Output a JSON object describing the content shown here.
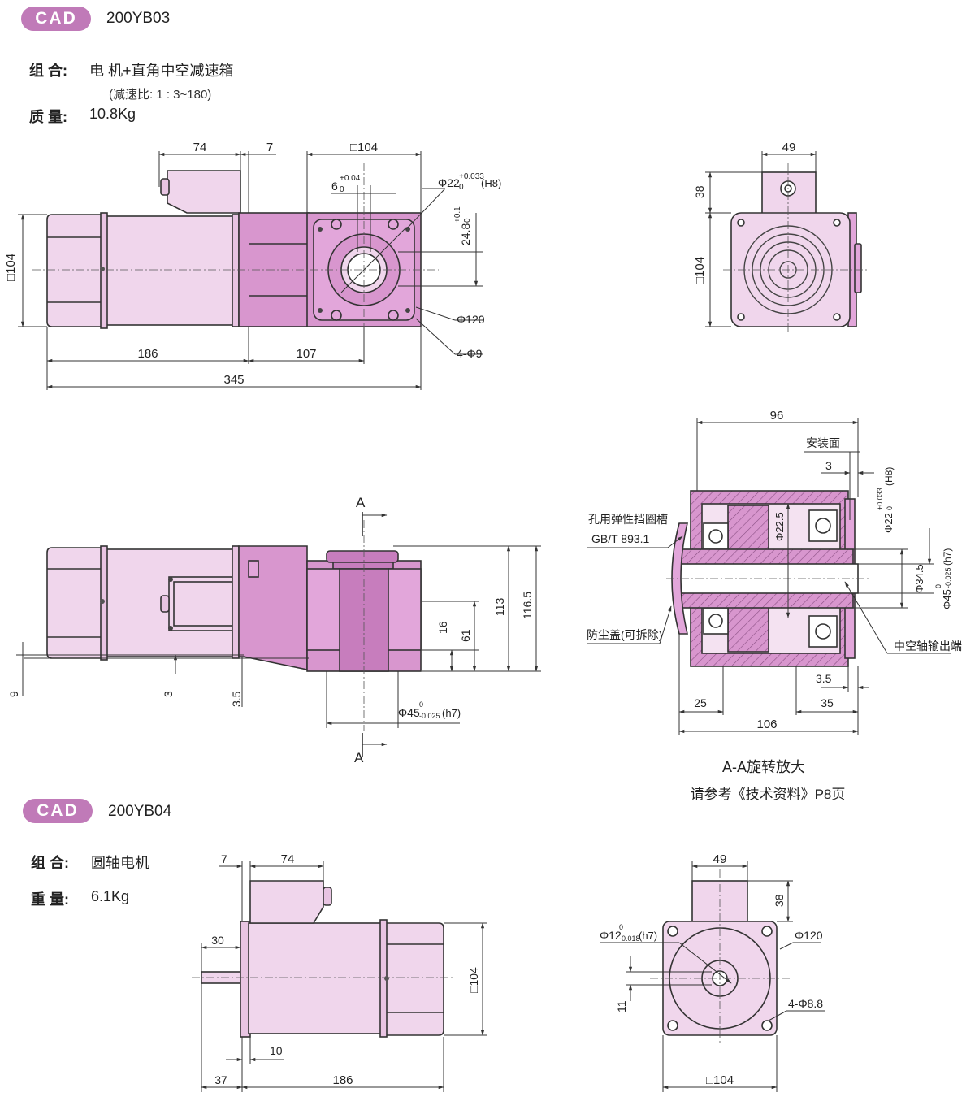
{
  "section1": {
    "badge": "CAD",
    "model": "200YB03",
    "combo_label": "组 合:",
    "combo_value": "电 机+直角中空减速箱",
    "ratio_note": "(减速比: 1 : 3~180)",
    "mass_label": "质 量:",
    "mass_value": "10.8Kg"
  },
  "section2": {
    "badge": "CAD",
    "model": "200YB04",
    "combo_label": "组 合:",
    "combo_value": "圆轴电机",
    "weight_label": "重 量:",
    "weight_value": "6.1Kg"
  },
  "dims_side1": {
    "d74": "74",
    "d7": "7",
    "sq104_top": "□104",
    "sq104_left": "□104",
    "key": "6",
    "key_tol": "+0.04",
    "key_tol2": "0",
    "bore": "Φ22",
    "bore_tol": "+0.033",
    "bore_tol2": "0",
    "bore_fit": "(H8)",
    "h248": "24.8",
    "h248_tol": "+0.1",
    "h248_tol2": "0",
    "pcd": "Φ120",
    "holes": "4-Φ9",
    "d186": "186",
    "d107": "107",
    "d345": "345"
  },
  "dims_end1": {
    "d49": "49",
    "d38": "38",
    "sq104": "□104"
  },
  "dims_front1": {
    "sec_a": "A",
    "d113": "113",
    "d1165": "116.5",
    "d16": "16",
    "d61": "61",
    "d9": "9",
    "d3": "3",
    "d35": "3.5",
    "shaft": "Φ45",
    "shaft_tol": "0",
    "shaft_tol2": "-0.025",
    "shaft_fit": "(h7)"
  },
  "section_view": {
    "d96": "96",
    "mount_face": "安装面",
    "d3": "3",
    "circlip": "孔用弹性挡圈槽",
    "std": "GB/T 893.1",
    "dust_cap": "防尘盖(可拆除)",
    "output": "中空轴输出端",
    "d225": "Φ22.5",
    "d345": "Φ34.5",
    "bore": "Φ22",
    "bore_tol": "+0.033",
    "bore_tol2": "0",
    "bore_fit": "(H8)",
    "od": "Φ45",
    "od_tol": "0",
    "od_tol2": "-0.025",
    "od_fit": "(h7)",
    "d35": "3.5",
    "d25": "25",
    "d35b": "35",
    "d106": "106",
    "title": "A-A旋转放大",
    "note": "请参考《技术资料》P8页"
  },
  "dims_side2": {
    "d7": "7",
    "d74": "74",
    "d30": "30",
    "sq104": "□104",
    "d10": "10",
    "d37": "37",
    "d186": "186"
  },
  "dims_end2": {
    "d49": "49",
    "d38": "38",
    "shaft": "Φ12",
    "shaft_tol": "0",
    "shaft_tol2": "-0.018",
    "shaft_fit": "(h7)",
    "pcd": "Φ120",
    "d11": "11",
    "holes": "4-Φ8.8",
    "sq104": "□104"
  },
  "colors": {
    "motor": "#f0d6ec",
    "gearbox": "#d896ce",
    "dark": "#c77dbd",
    "badge": "#c07ab8"
  }
}
